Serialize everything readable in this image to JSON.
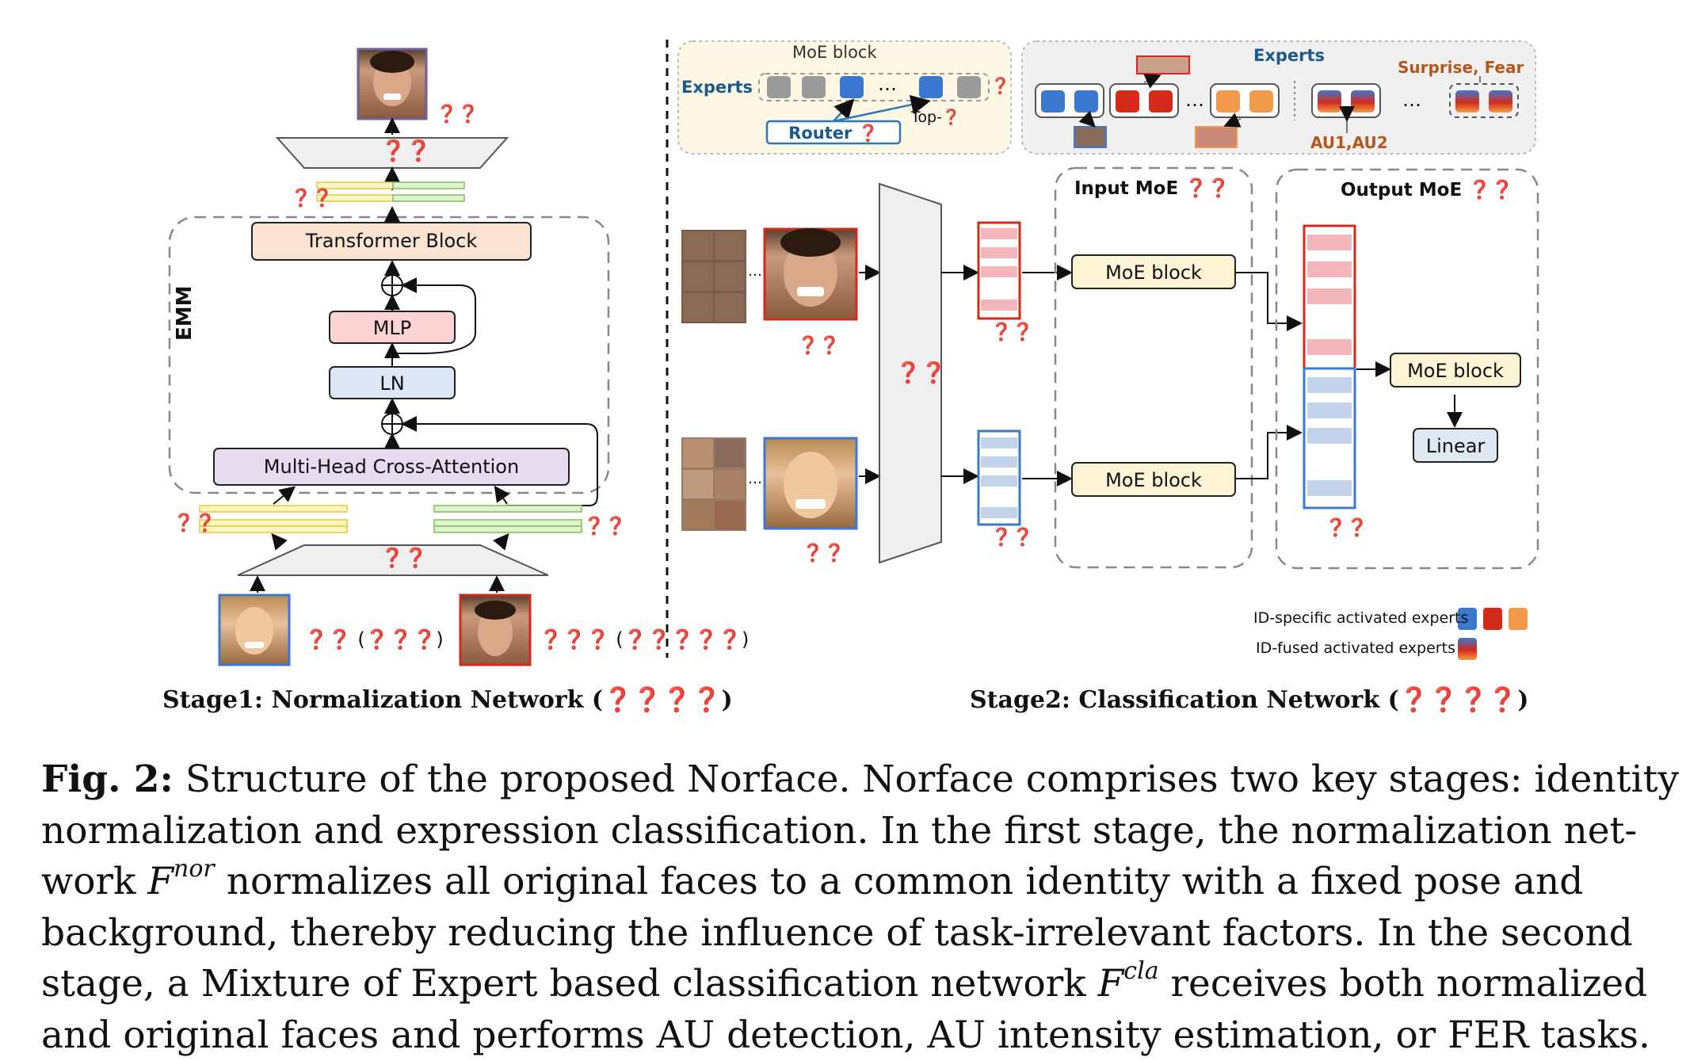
{
  "stage1": {
    "title": "Stage1: Normalization Network (",
    "title_sym": "❓❓❓❓",
    "close": ")",
    "blocks": {
      "transformer": "Transformer Block",
      "mlp": "MLP",
      "ln": "LN",
      "cross_attention": "Multi-Head Cross-Attention",
      "emm": "EMM"
    },
    "labels": {
      "output_face": "❓❓",
      "decoder": "❓❓",
      "decoder_in": "❓❓",
      "encoder": "❓❓",
      "feat_left": "❓❓",
      "feat_right": "❓❓",
      "input_face": "❓❓ (❓❓❓)",
      "ref_face": "❓❓❓ (❓❓❓❓❓)"
    }
  },
  "stage2": {
    "title": "Stage2: Classification Network (",
    "title_sym": "❓❓❓❓",
    "close": ")",
    "moe_block_title": "MoE block",
    "experts_label": "Experts",
    "router_label": "Router ❓",
    "topk_label": "Top-❓",
    "topk_sym": "❓",
    "experts_panel_title": "Experts",
    "surprise_fear": "Surprise, Fear",
    "au_label": "AU1,AU2",
    "input_moe": "Input MoE ❓❓",
    "output_moe": "Output MoE ❓❓",
    "moe_block_top": "MoE block",
    "moe_block_bottom": "MoE block",
    "moe_block_right": "MoE block",
    "linear": "Linear",
    "encoder": "❓❓",
    "norm_face_label": "❓❓",
    "orig_face_label": "❓❓",
    "feat_top": "❓❓",
    "feat_bottom": "❓❓",
    "out_label": "❓❓",
    "legend": {
      "specific": "ID-specific activated experts",
      "fused": "ID-fused activated experts"
    }
  },
  "caption": {
    "fig": "Fig. 2:",
    "lines": [
      " Structure of the proposed Norface. Norface comprises two key stages: identity",
      "normalization and expression classification. In the first stage, the normalization net-",
      "work ",
      " normalizes all original faces to a common identity with a fixed pose and",
      "background, thereby reducing the influence of task-irrelevant factors. In the second",
      "stage, a Mixture of Expert based classification network ",
      " receives both normalized",
      "and original faces and performs AU detection, AU intensity estimation, or FER tasks."
    ],
    "fnor_base": "F",
    "fnor_sup": "nor",
    "fcla_base": "F",
    "fcla_sup": "cla"
  },
  "colors": {
    "blue": "#3b78d0",
    "red": "#d42a1a",
    "orange": "#f39a4a",
    "transformer": "#fbe3d2",
    "mlp": "#fbd3d3",
    "ln": "#dde6f4",
    "cross": "#e6dcef",
    "moe": "#fdf4d5",
    "linear": "#dfe8f3"
  }
}
